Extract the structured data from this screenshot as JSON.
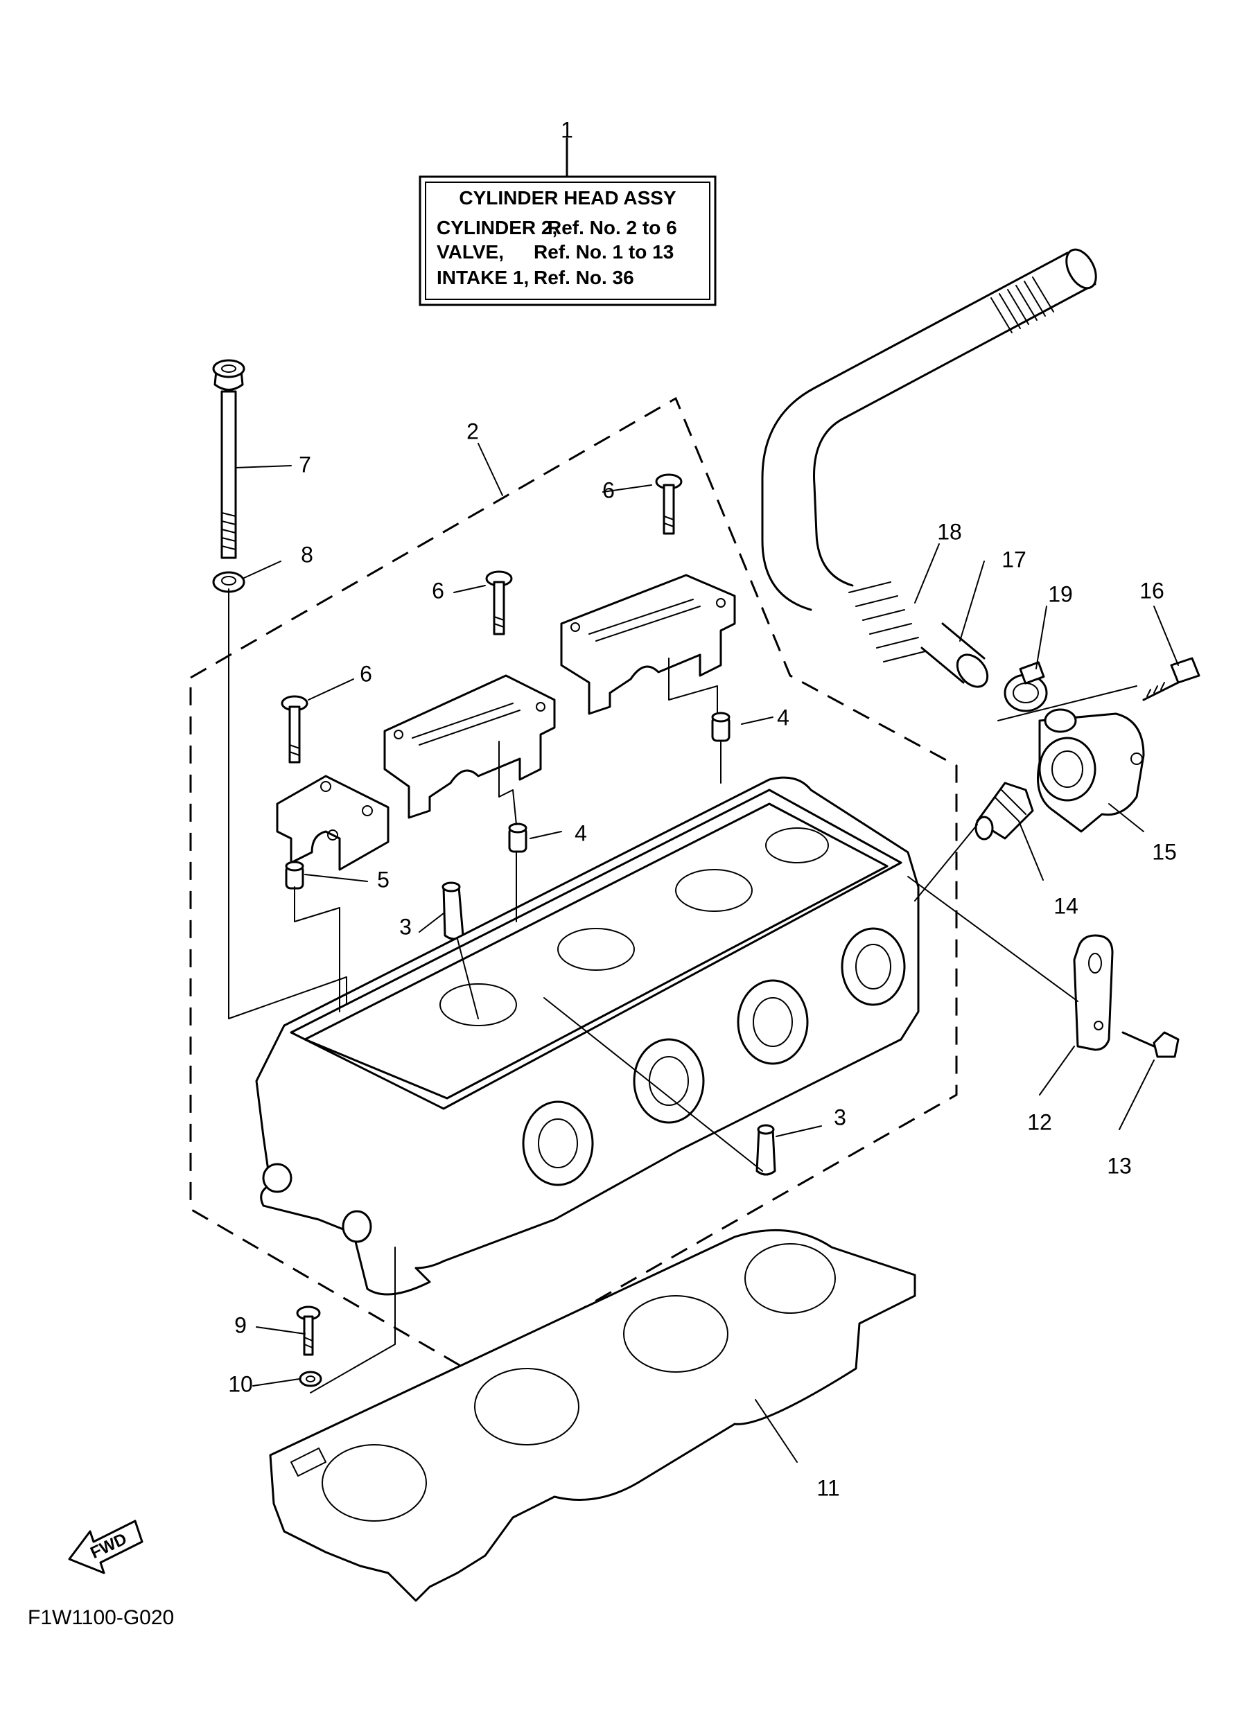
{
  "label_box": {
    "title": "CYLINDER HEAD ASSY",
    "line1_left": "CYLINDER 2,",
    "line1_right": "Ref. No. 2 to 6",
    "line2_left": "VALVE,",
    "line2_right": "Ref. No. 1 to 13",
    "line3_left": "INTAKE 1,",
    "line3_right": "Ref. No. 36"
  },
  "callouts": {
    "c1": "1",
    "c2": "2",
    "c3a": "3",
    "c3b": "3",
    "c4a": "4",
    "c4b": "4",
    "c5": "5",
    "c6a": "6",
    "c6b": "6",
    "c6c": "6",
    "c7": "7",
    "c8": "8",
    "c9": "9",
    "c10": "10",
    "c11": "11",
    "c12": "12",
    "c13": "13",
    "c14": "14",
    "c15": "15",
    "c16": "16",
    "c17": "17",
    "c18": "18",
    "c19": "19"
  },
  "fwd_label": "FWD",
  "diagram_code": "F1W1100-G020"
}
